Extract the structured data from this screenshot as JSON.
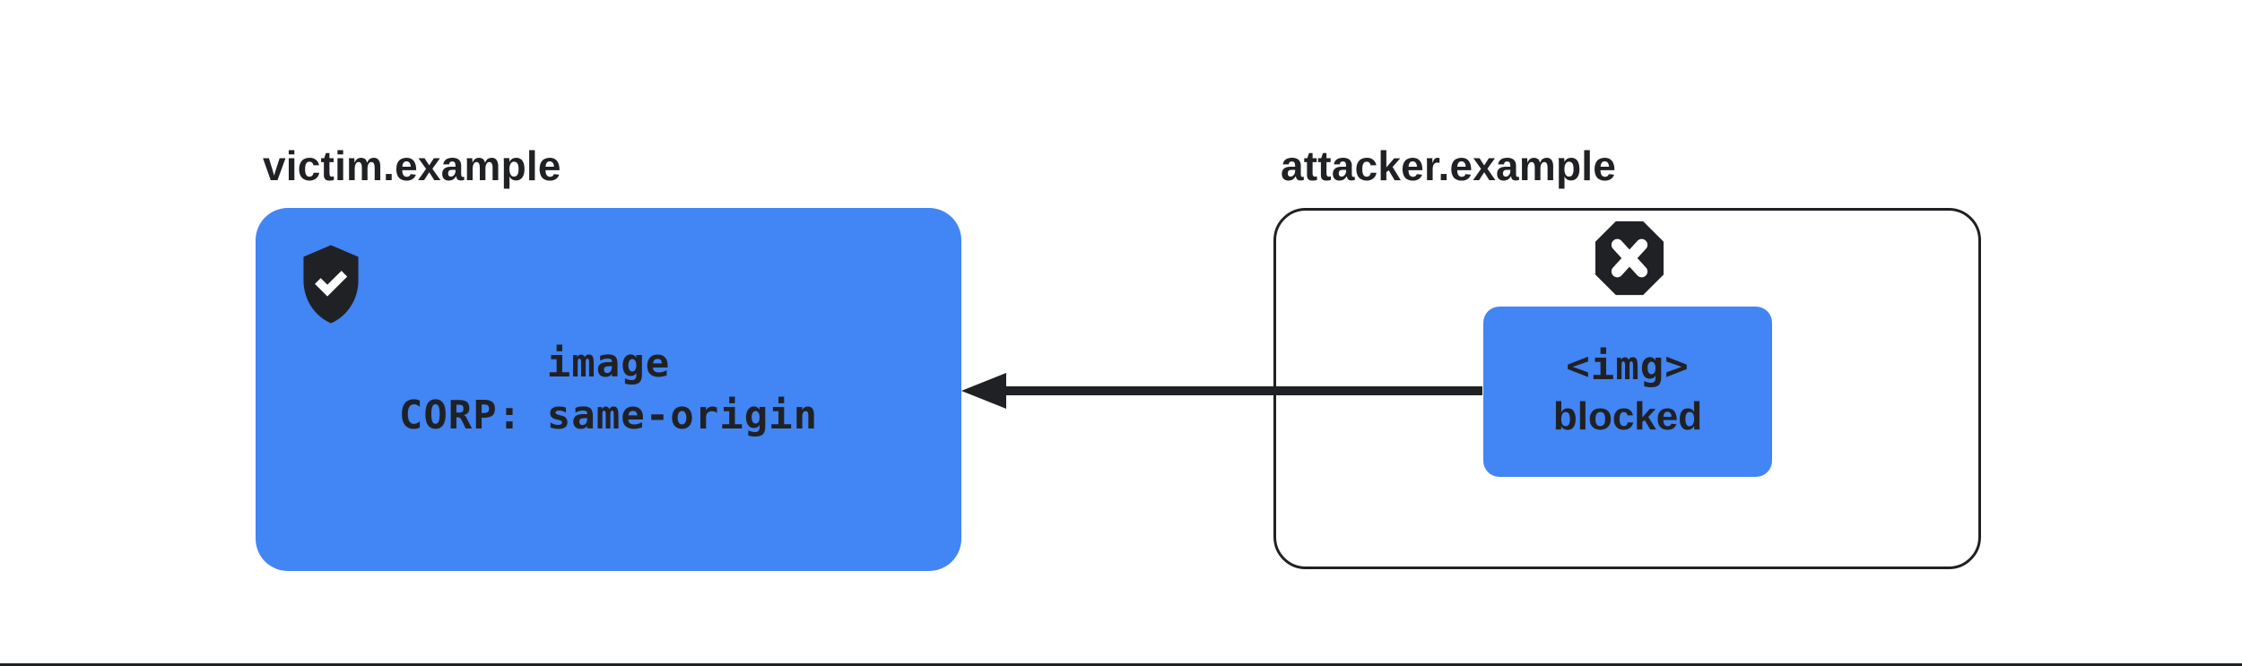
{
  "colors": {
    "blue": "#4285F4",
    "dark": "#202124",
    "bg": "#ffffff"
  },
  "victim": {
    "domain_label": "victim.example",
    "resource_line1": "image",
    "resource_line2": "CORP: same-origin",
    "icon": "shield-check-icon"
  },
  "attacker": {
    "domain_label": "attacker.example",
    "request_line1": "<img>",
    "request_line2": "blocked",
    "icon": "blocked-x-icon"
  },
  "arrow": {
    "direction": "attacker-to-victim",
    "meaning": "cross-origin request from attacker.example to victim.example image"
  }
}
